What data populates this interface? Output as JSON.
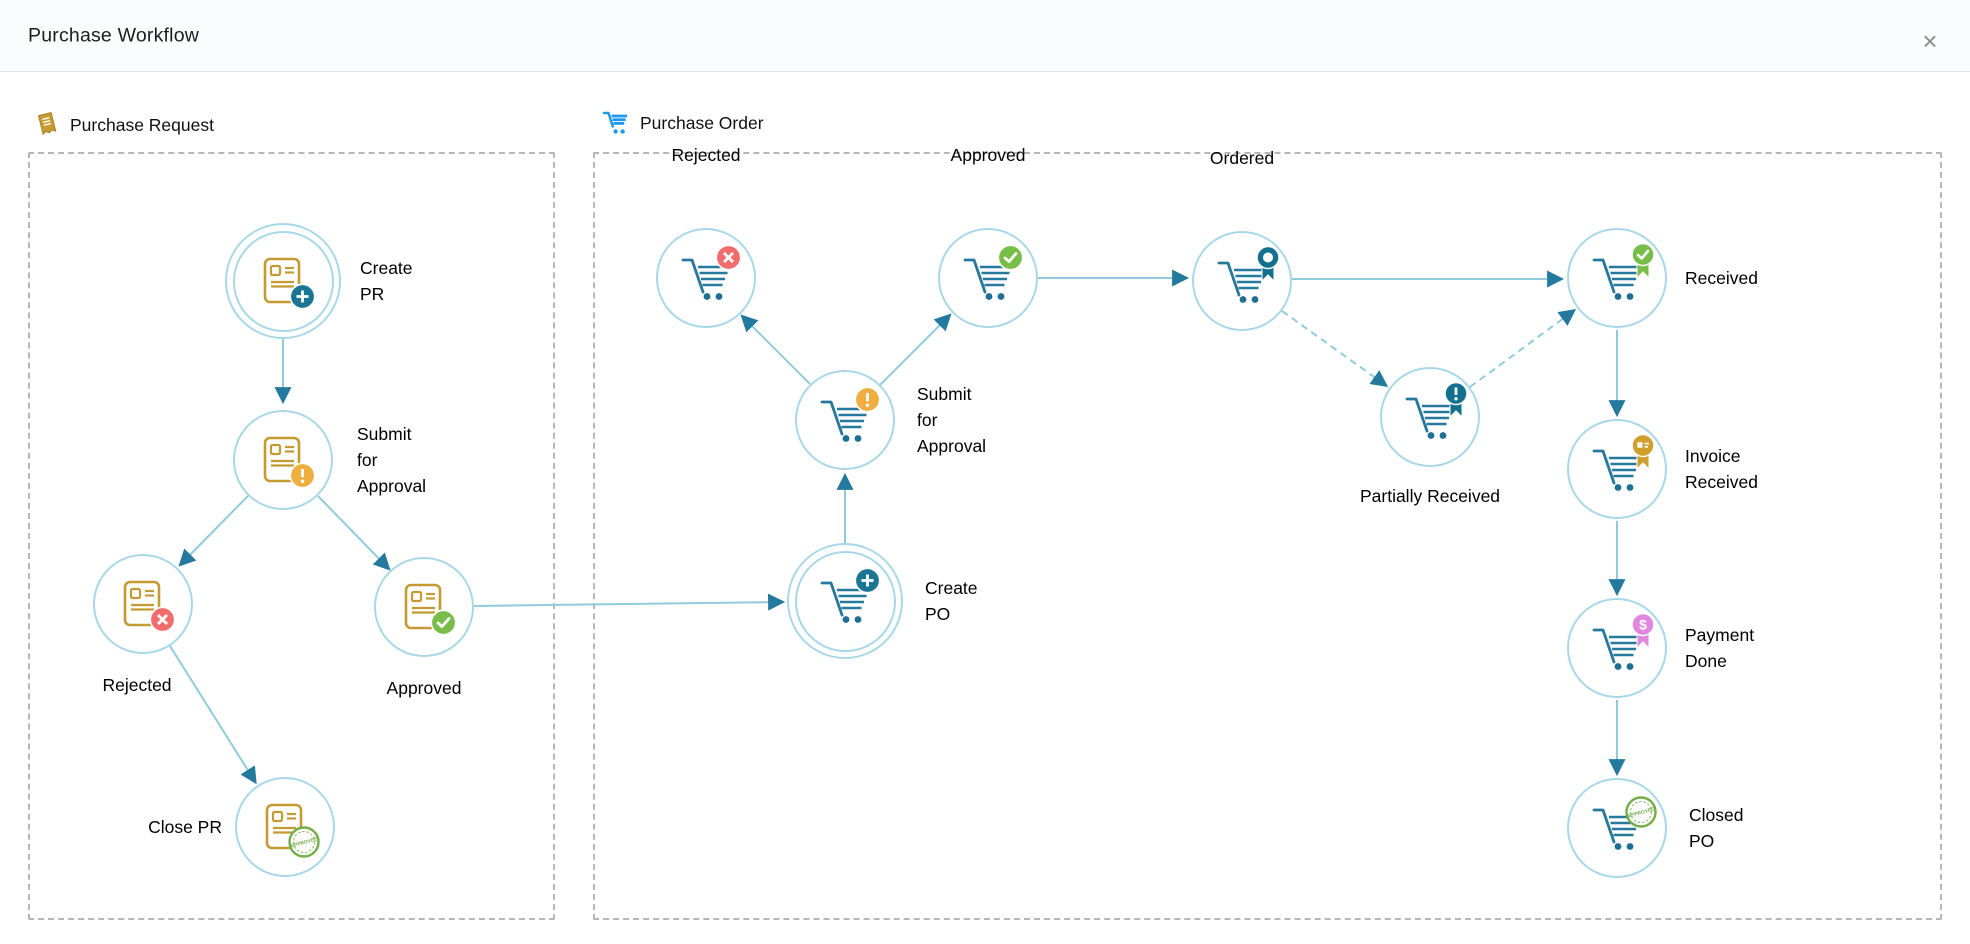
{
  "header": {
    "title": "Purchase Workflow",
    "close_glyph": "×"
  },
  "purchase_request": {
    "section_label": "Purchase Request",
    "section_icon": "receipt-icon",
    "nodes": {
      "create_pr": {
        "label": "Create PR",
        "icon": "document",
        "badge": "plus",
        "highlighted": true
      },
      "submit_for_approval": {
        "label": "Submit for Approval",
        "icon": "document",
        "badge": "alert"
      },
      "rejected": {
        "label": "Rejected",
        "icon": "document",
        "badge": "cross"
      },
      "approved": {
        "label": "Approved",
        "icon": "document",
        "badge": "check"
      },
      "close_pr": {
        "label": "Close PR",
        "icon": "document",
        "badge": "approved-stamp"
      }
    }
  },
  "purchase_order": {
    "section_label": "Purchase Order",
    "section_icon": "cart-icon",
    "nodes": {
      "rejected": {
        "label": "Rejected",
        "icon": "cart",
        "badge": "cross"
      },
      "approved": {
        "label": "Approved",
        "icon": "cart",
        "badge": "check"
      },
      "ordered": {
        "label": "Ordered",
        "icon": "cart",
        "badge": "ribbon-ring"
      },
      "received": {
        "label": "Received",
        "icon": "cart",
        "badge": "ribbon-check"
      },
      "submit_for_approval": {
        "label": "Submit for Approval",
        "icon": "cart",
        "badge": "alert"
      },
      "partially_received": {
        "label": "Partially Received",
        "icon": "cart",
        "badge": "ribbon-alert"
      },
      "create_po": {
        "label": "Create PO",
        "icon": "cart",
        "badge": "plus",
        "highlighted": true
      },
      "invoice_received": {
        "label": "Invoice Received",
        "icon": "cart",
        "badge": "ribbon-invoice"
      },
      "payment_done": {
        "label": "Payment Done",
        "icon": "cart",
        "badge": "ribbon-dollar"
      },
      "closed_po": {
        "label": "Closed PO",
        "icon": "cart",
        "badge": "approved-stamp"
      }
    }
  },
  "edges": [
    {
      "from": "pr.create_pr",
      "to": "pr.submit_for_approval",
      "style": "solid"
    },
    {
      "from": "pr.submit_for_approval",
      "to": "pr.rejected",
      "style": "solid"
    },
    {
      "from": "pr.submit_for_approval",
      "to": "pr.approved",
      "style": "solid"
    },
    {
      "from": "pr.rejected",
      "to": "pr.close_pr",
      "style": "solid"
    },
    {
      "from": "pr.approved",
      "to": "po.create_po",
      "style": "solid"
    },
    {
      "from": "po.create_po",
      "to": "po.submit_for_approval",
      "style": "solid"
    },
    {
      "from": "po.submit_for_approval",
      "to": "po.rejected",
      "style": "solid"
    },
    {
      "from": "po.submit_for_approval",
      "to": "po.approved",
      "style": "solid"
    },
    {
      "from": "po.approved",
      "to": "po.ordered",
      "style": "solid"
    },
    {
      "from": "po.ordered",
      "to": "po.received",
      "style": "solid"
    },
    {
      "from": "po.ordered",
      "to": "po.partially_received",
      "style": "dashed"
    },
    {
      "from": "po.partially_received",
      "to": "po.received",
      "style": "dashed"
    },
    {
      "from": "po.received",
      "to": "po.invoice_received",
      "style": "solid"
    },
    {
      "from": "po.invoice_received",
      "to": "po.payment_done",
      "style": "solid"
    },
    {
      "from": "po.payment_done",
      "to": "po.closed_po",
      "style": "solid"
    }
  ],
  "colors": {
    "node_border": "#a8d8e8",
    "edge_line": "#8fcbdd",
    "edge_arrow": "#23799e",
    "cart_icon": "#26789c",
    "document_icon": "#c49b33",
    "badge_plus": "#1a7693",
    "badge_alert": "#efae3d",
    "badge_cross": "#f16c6c",
    "badge_check": "#77bd48",
    "badge_ribbon_teal": "#13708f",
    "badge_ribbon_gold": "#d09f2e",
    "badge_ribbon_pink": "#e287e0",
    "badge_stamp": "#74ad4a",
    "po_header_icon": "#1f97ee",
    "panel_border": "#b5b6b8"
  }
}
